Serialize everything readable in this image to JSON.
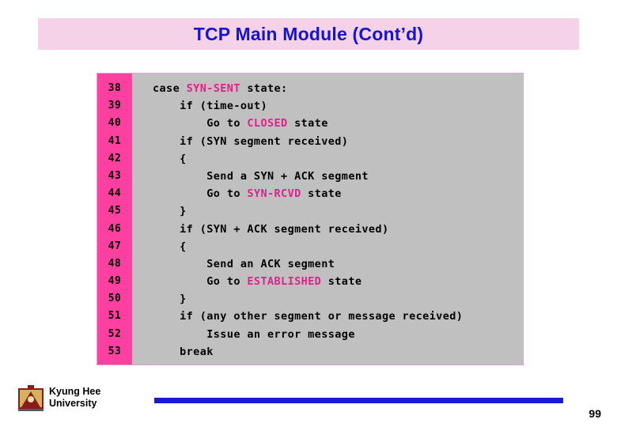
{
  "slide": {
    "title": "TCP Main Module (Cont’d)",
    "title_color": "#1414d2",
    "title_bg": "#f6d2e8",
    "page_number": "99"
  },
  "code": {
    "background": "#c0c0c0",
    "gutter_color": "#ff40a0",
    "keyword_color": "#e0218a",
    "lines": [
      {
        "num": "38",
        "indent": 0,
        "parts": [
          {
            "t": "case ",
            "c": "plain"
          },
          {
            "t": "SYN-SENT",
            "c": "kw"
          },
          {
            "t": " state:",
            "c": "plain"
          }
        ]
      },
      {
        "num": "39",
        "indent": 1,
        "parts": [
          {
            "t": "if (time-out)",
            "c": "plain"
          }
        ]
      },
      {
        "num": "40",
        "indent": 2,
        "parts": [
          {
            "t": "Go to ",
            "c": "plain"
          },
          {
            "t": "CLOSED",
            "c": "kw"
          },
          {
            "t": " state",
            "c": "plain"
          }
        ]
      },
      {
        "num": "41",
        "indent": 1,
        "parts": [
          {
            "t": "if (SYN segment received)",
            "c": "plain"
          }
        ]
      },
      {
        "num": "42",
        "indent": 1,
        "parts": [
          {
            "t": "{",
            "c": "plain"
          }
        ]
      },
      {
        "num": "43",
        "indent": 2,
        "parts": [
          {
            "t": "Send a SYN + ACK segment",
            "c": "plain"
          }
        ]
      },
      {
        "num": "44",
        "indent": 2,
        "parts": [
          {
            "t": "Go to ",
            "c": "plain"
          },
          {
            "t": "SYN-RCVD",
            "c": "kw"
          },
          {
            "t": " state",
            "c": "plain"
          }
        ]
      },
      {
        "num": "45",
        "indent": 1,
        "parts": [
          {
            "t": "}",
            "c": "plain"
          }
        ]
      },
      {
        "num": "46",
        "indent": 1,
        "parts": [
          {
            "t": "if (SYN + ACK segment received)",
            "c": "plain"
          }
        ]
      },
      {
        "num": "47",
        "indent": 1,
        "parts": [
          {
            "t": "{",
            "c": "plain"
          }
        ]
      },
      {
        "num": "48",
        "indent": 2,
        "parts": [
          {
            "t": "Send an ACK segment",
            "c": "plain"
          }
        ]
      },
      {
        "num": "49",
        "indent": 2,
        "parts": [
          {
            "t": "Go to ",
            "c": "plain"
          },
          {
            "t": "ESTABLISHED",
            "c": "kw"
          },
          {
            "t": " state",
            "c": "plain"
          }
        ]
      },
      {
        "num": "50",
        "indent": 1,
        "parts": [
          {
            "t": "}",
            "c": "plain"
          }
        ]
      },
      {
        "num": "51",
        "indent": 1,
        "parts": [
          {
            "t": "if (any other segment or message received)",
            "c": "plain"
          }
        ]
      },
      {
        "num": "52",
        "indent": 2,
        "parts": [
          {
            "t": "Issue an error message",
            "c": "plain"
          }
        ]
      },
      {
        "num": "53",
        "indent": 1,
        "parts": [
          {
            "t": "break",
            "c": "plain"
          }
        ]
      }
    ]
  },
  "footer": {
    "brand_line1": "Kyung Hee",
    "brand_line2": "University",
    "rule_color": "#1a1ad6",
    "crest_icon": "university-crest-icon"
  }
}
